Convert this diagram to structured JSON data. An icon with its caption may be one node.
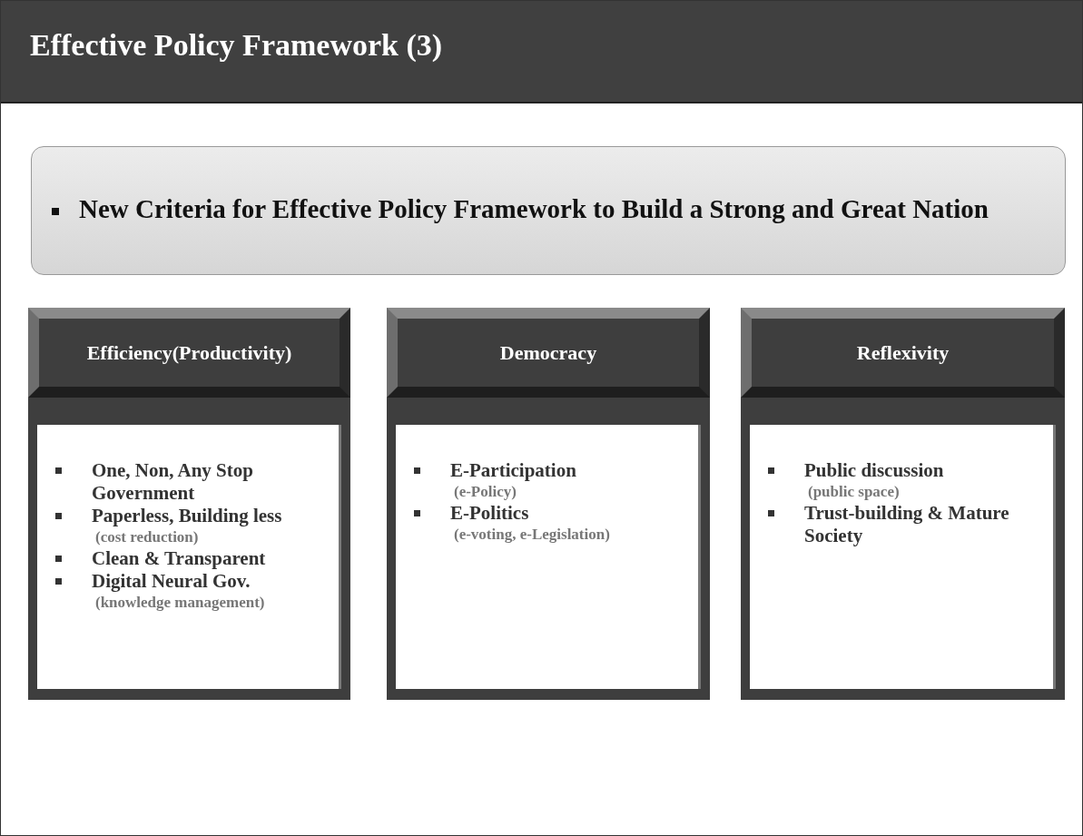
{
  "diagram": {
    "title": "Effective Policy Framework (3)",
    "nodes": [
      {
        "text": [
          "New Criteria for Effective Policy Framework to Build a Strong and Great Nation"
        ]
      },
      {
        "text": [
          "Efficiency(Productivity)"
        ]
      },
      {
        "text": [
          "One, Non, Any Stop Government",
          "Paperless, Building less",
          "(cost reduction)",
          "Clean & Transparent",
          "Digital Neural Gov.",
          "(knowledge management)"
        ]
      },
      {
        "text": [
          "Democracy"
        ]
      },
      {
        "text": [
          "E-Participation",
          "(e-Policy)",
          "E-Politics",
          "(e-voting, e-Legislation)"
        ]
      },
      {
        "text": [
          "Reflexivity"
        ]
      },
      {
        "text": [
          "Public discussion",
          "(public space)",
          "Trust-building & Mature Society"
        ]
      }
    ],
    "edges": []
  }
}
